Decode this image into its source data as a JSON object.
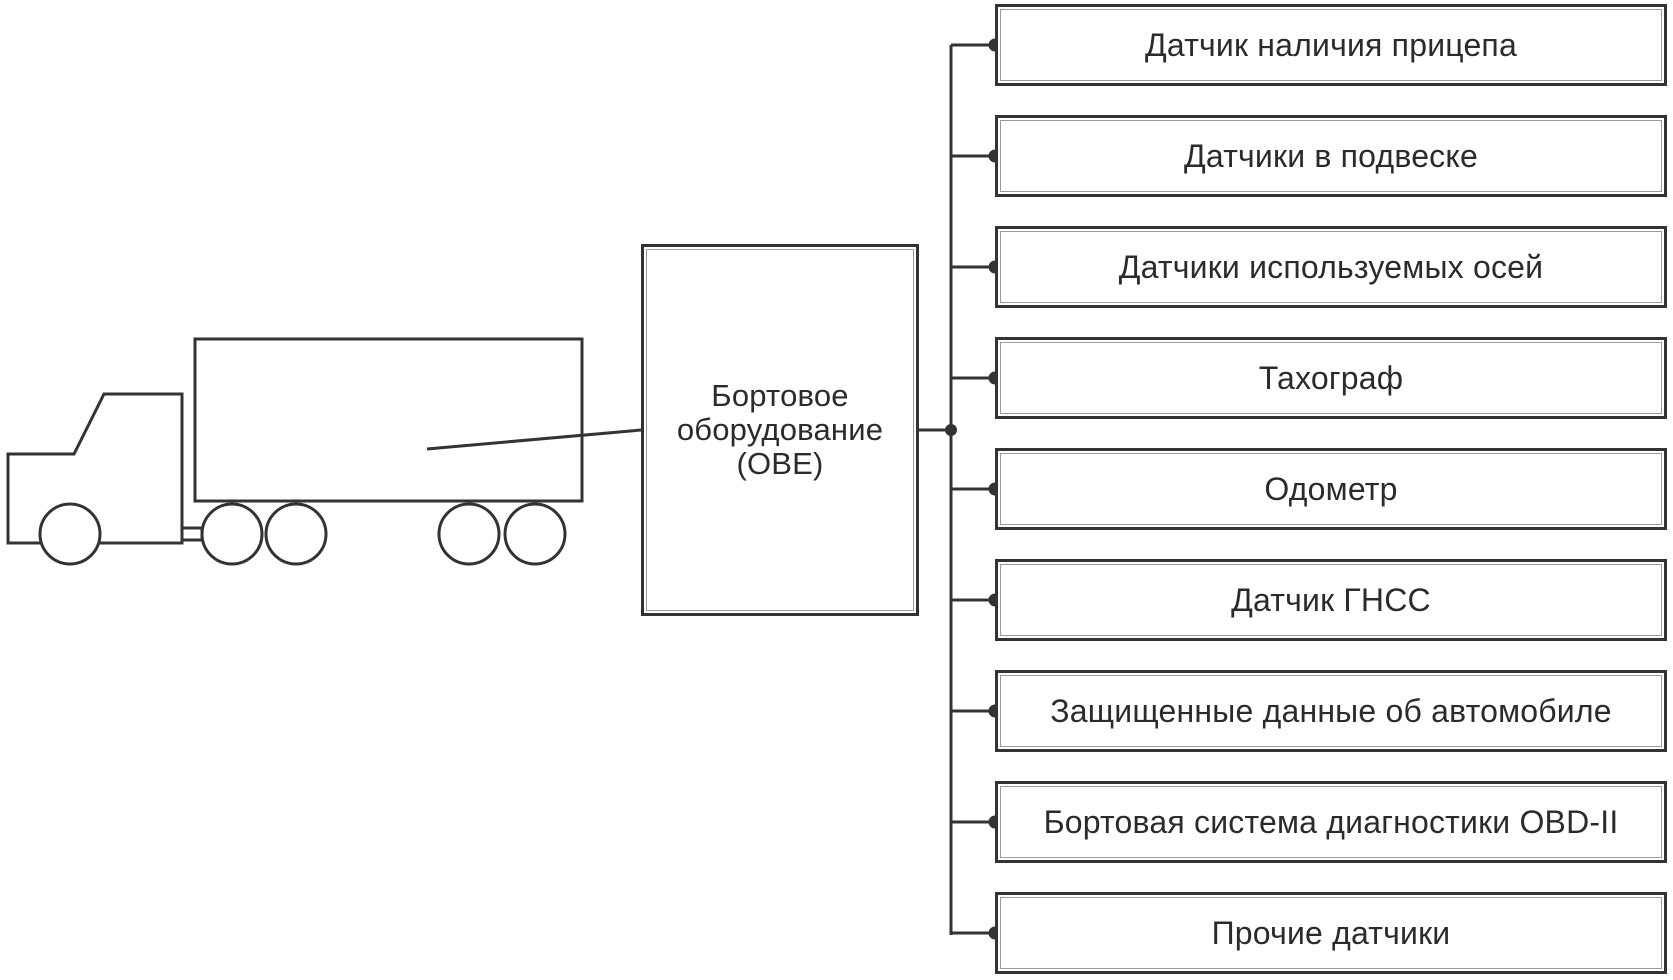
{
  "obe": {
    "label": "Бортовое\nоборудование\n(OBE)"
  },
  "sensors": [
    {
      "label": "Датчик наличия прицепа"
    },
    {
      "label": "Датчики в подвеске"
    },
    {
      "label": "Датчики используемых осей"
    },
    {
      "label": "Тахограф"
    },
    {
      "label": "Одометр"
    },
    {
      "label": "Датчик ГНСС"
    },
    {
      "label": "Защищенные данные об автомобиле"
    },
    {
      "label": "Бортовая система диагностики OBD-II"
    },
    {
      "label": "Прочие датчики"
    }
  ],
  "colors": {
    "stroke": "#333333",
    "background": "#ffffff"
  },
  "icons": {
    "vehicle": "truck-icon"
  }
}
